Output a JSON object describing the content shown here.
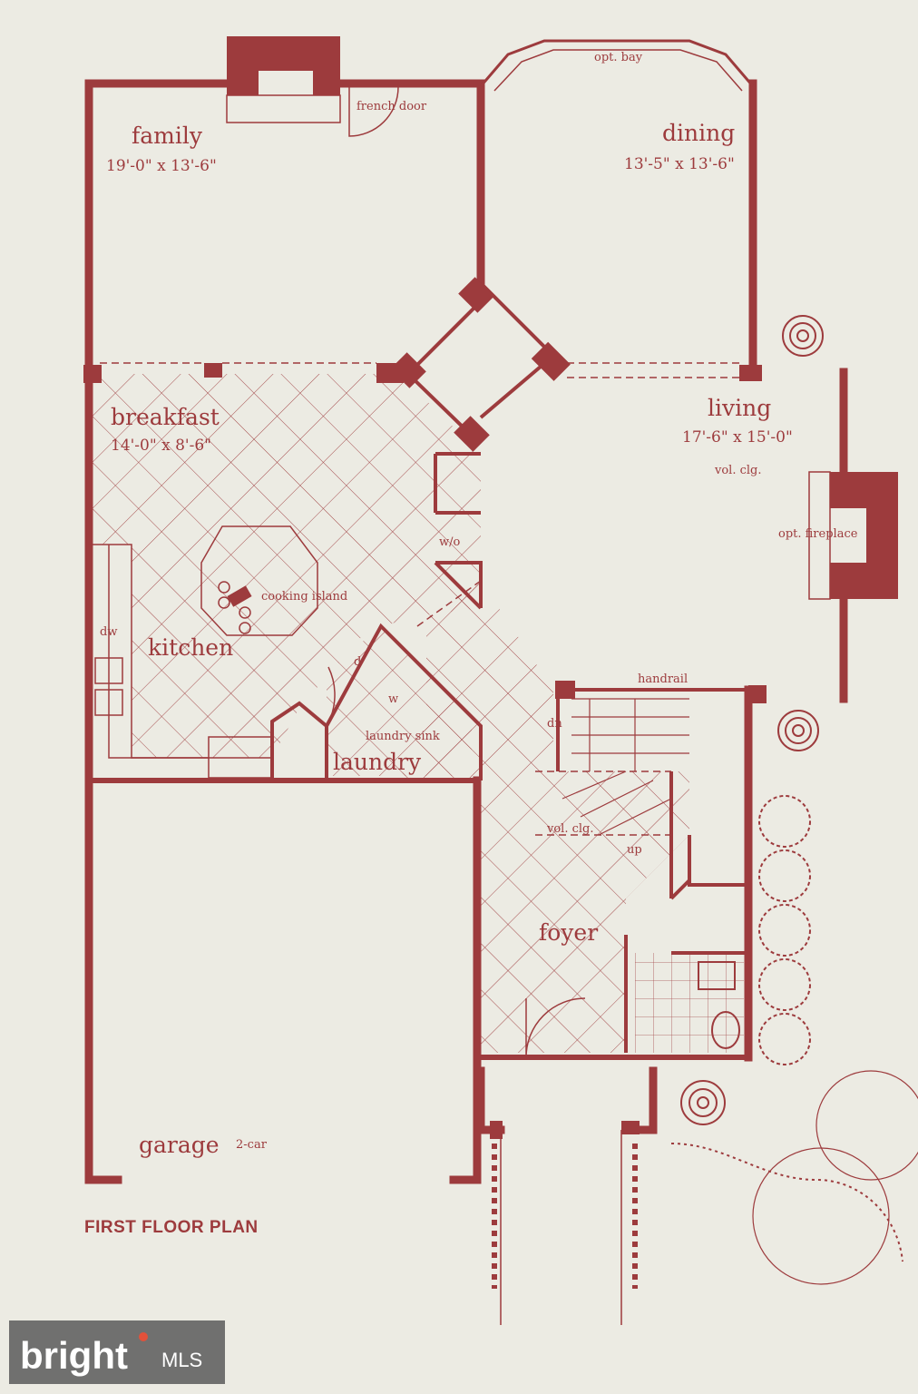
{
  "colors": {
    "ink": "#9d3b3d",
    "paper": "#ecebe3",
    "watermark_bg": "#5b5b5b"
  },
  "plan_title": "FIRST FLOOR PLAN",
  "rooms": {
    "family": {
      "name": "family",
      "dims": "19'-0\" x 13'-6\""
    },
    "dining": {
      "name": "dining",
      "dims": "13'-5\" x 13'-6\""
    },
    "living": {
      "name": "living",
      "dims": "17'-6\" x 15'-0\"",
      "note": "vol. clg."
    },
    "breakfast": {
      "name": "breakfast",
      "dims": "14'-0\" x 8'-6\""
    },
    "kitchen": {
      "name": "kitchen"
    },
    "laundry": {
      "name": "laundry"
    },
    "foyer": {
      "name": "foyer",
      "note": "vol. clg."
    },
    "garage": {
      "name": "garage",
      "note": "2-car"
    }
  },
  "labels": {
    "opt_bay": "opt. bay",
    "french_door": "french door",
    "wo": "w/o",
    "opt_fireplace": "opt. fireplace",
    "cooking_island": "cooking island",
    "dw": "dw",
    "dryer": "d",
    "washer": "w",
    "laundry_sink": "laundry sink",
    "handrail": "handrail",
    "down": "dn",
    "up": "up"
  },
  "watermark": {
    "brand": "bright",
    "suffix": "MLS"
  }
}
